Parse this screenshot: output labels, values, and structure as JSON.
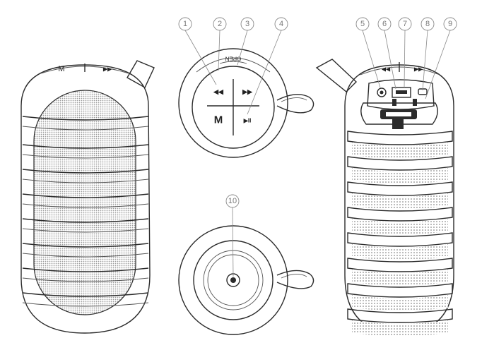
{
  "callouts": [
    {
      "num": "1"
    },
    {
      "num": "2"
    },
    {
      "num": "3"
    },
    {
      "num": "4"
    },
    {
      "num": "5"
    },
    {
      "num": "6"
    },
    {
      "num": "7"
    },
    {
      "num": "8"
    },
    {
      "num": "9"
    },
    {
      "num": "10"
    }
  ],
  "button_labels": {
    "mode": "M",
    "open": "OPEN",
    "prev_glyph": "◀◀",
    "next_glyph": "▶▶",
    "play_pause_glyph": "▶II"
  },
  "icons": {
    "prev": "previous-track-icon",
    "next": "next-track-icon",
    "play_pause": "play-pause-phone-icon",
    "aux": "aux-jack-icon",
    "usb": "usb-port-icon",
    "micro_usb": "micro-usb-icon"
  },
  "colors": {
    "line": "#2b2b2b",
    "grille": "#bdbdbd",
    "callout": "#8a8a8a"
  }
}
